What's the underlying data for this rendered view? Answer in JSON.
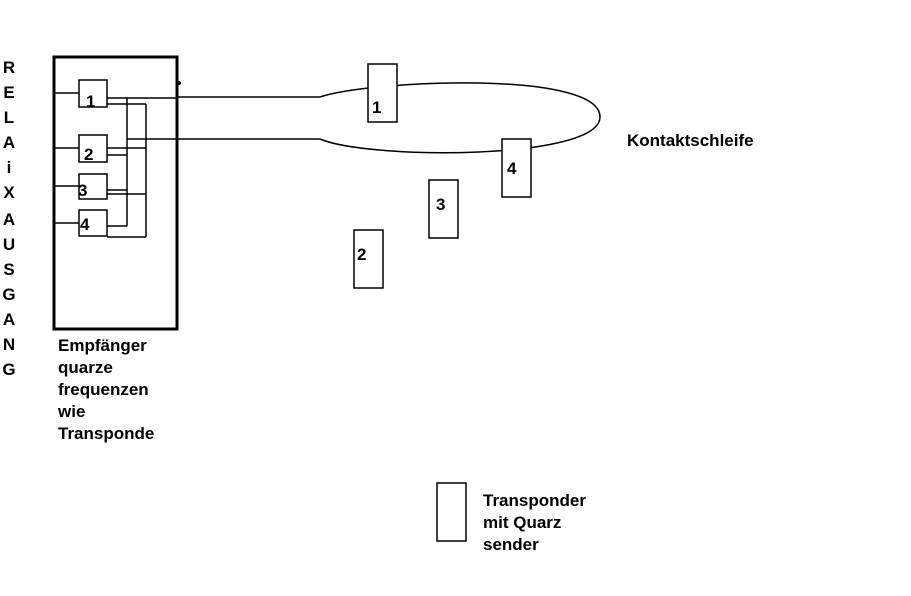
{
  "relay_label": {
    "word1": [
      "R",
      "E",
      "L",
      "A",
      "i",
      "X"
    ],
    "word2": [
      "A",
      "U",
      "S",
      "G",
      "A",
      "N",
      "G"
    ]
  },
  "receiver": {
    "channels": [
      "1",
      "2",
      "3",
      "4"
    ],
    "caption": [
      "Empfänger",
      "quarze",
      "frequenzen",
      "wie",
      "Transponde"
    ]
  },
  "loop_label": "Kontaktschleife",
  "transponders": [
    "1",
    "4",
    "3",
    "2"
  ],
  "legend": {
    "text": [
      "Transponder",
      "mit Quarz",
      "sender"
    ]
  }
}
